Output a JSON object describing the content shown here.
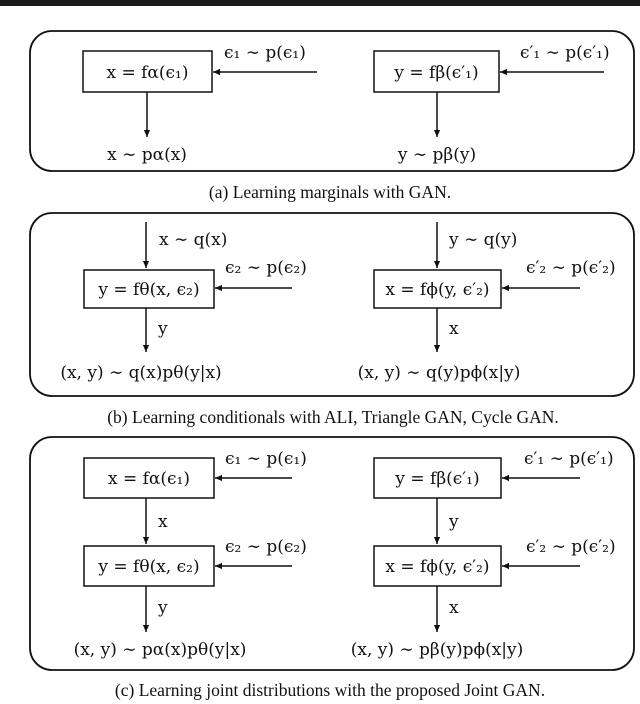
{
  "panel_a": {
    "left": {
      "box": "x = fα(ϵ₁)",
      "noise": "ϵ₁ ∼ p(ϵ₁)",
      "out": "x ∼ pα(x)"
    },
    "right": {
      "box": "y = fβ(ϵ′₁)",
      "noise": "ϵ′₁ ∼ p(ϵ′₁)",
      "out": "y ∼ pβ(y)"
    },
    "caption": "(a) Learning marginals with GAN."
  },
  "panel_b": {
    "left": {
      "in": "x ∼ q(x)",
      "box": "y = fθ(x, ϵ₂)",
      "noise": "ϵ₂ ∼ p(ϵ₂)",
      "arrow": "y",
      "out": "(x, y) ∼ q(x)pθ(y|x)"
    },
    "right": {
      "in": "y ∼ q(y)",
      "box": "x = fϕ(y, ϵ′₂)",
      "noise": "ϵ′₂ ∼ p(ϵ′₂)",
      "arrow": "x",
      "out": "(x, y) ∼ q(y)pϕ(x|y)"
    },
    "caption": "(b) Learning conditionals with ALI, Triangle GAN, Cycle GAN."
  },
  "panel_c": {
    "left": {
      "box1": "x = fα(ϵ₁)",
      "noise1": "ϵ₁ ∼ p(ϵ₁)",
      "arrow1": "x",
      "box2": "y = fθ(x, ϵ₂)",
      "noise2": "ϵ₂ ∼ p(ϵ₂)",
      "arrow2": "y",
      "out": "(x, y) ∼ pα(x)pθ(y|x)"
    },
    "right": {
      "box1": "y = fβ(ϵ′₁)",
      "noise1": "ϵ′₁ ∼ p(ϵ′₁)",
      "arrow1": "y",
      "box2": "x = fϕ(y, ϵ′₂)",
      "noise2": "ϵ′₂ ∼ p(ϵ′₂)",
      "arrow2": "x",
      "out": "(x, y) ∼ pβ(y)pϕ(x|y)"
    },
    "caption": "(c) Learning joint distributions with the proposed Joint GAN."
  }
}
